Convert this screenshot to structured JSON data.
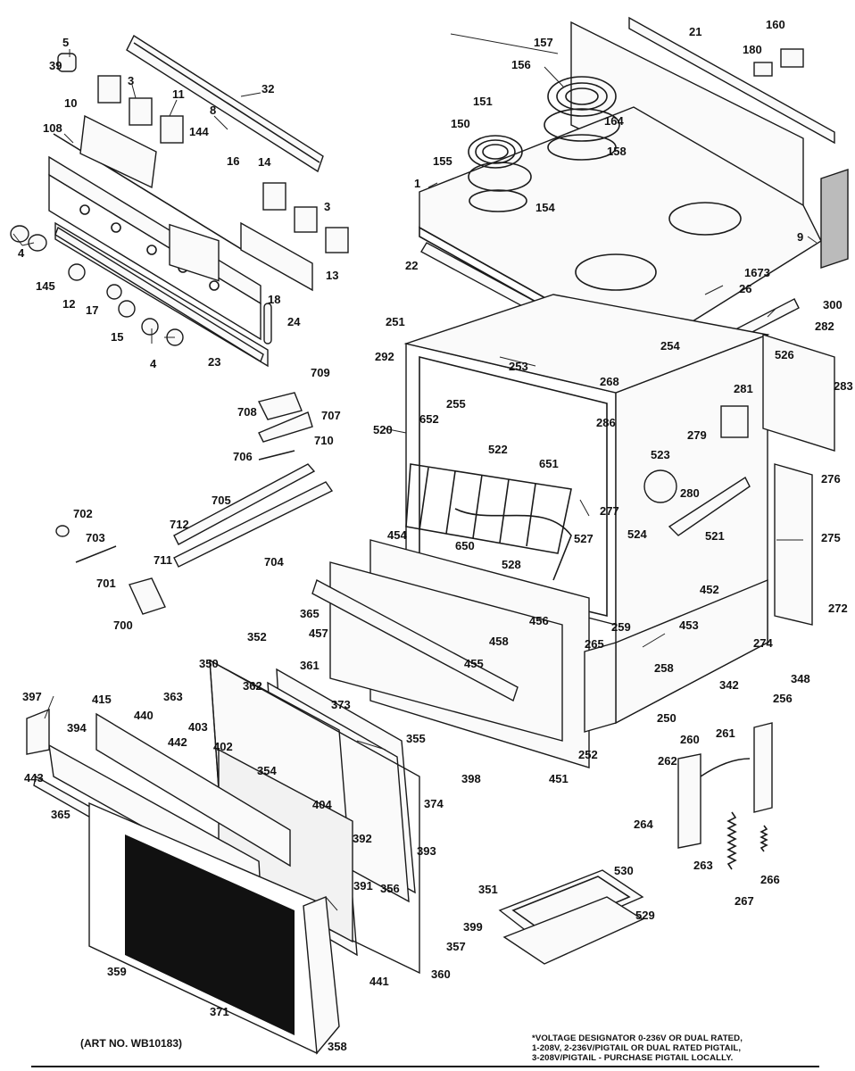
{
  "title": "",
  "art_number": "(ART NO. WB10183)",
  "note": [
    "*VOLTAGE DESIGNATOR 0-236V OR DUAL RATED,",
    "1-208V, 2-236V/PIGTAIL OR DUAL RATED PIGTAIL,",
    "3-208V/PIGTAIL - PURCHASE PIGTAIL LOCALLY."
  ],
  "callouts": [
    {
      "id": "5"
    },
    {
      "id": "39"
    },
    {
      "id": "3"
    },
    {
      "id": "11"
    },
    {
      "id": "10"
    },
    {
      "id": "108"
    },
    {
      "id": "8"
    },
    {
      "id": "144"
    },
    {
      "id": "32"
    },
    {
      "id": "16"
    },
    {
      "id": "14"
    },
    {
      "id": "3b",
      "text": "3"
    },
    {
      "id": "4"
    },
    {
      "id": "145"
    },
    {
      "id": "12"
    },
    {
      "id": "17"
    },
    {
      "id": "15"
    },
    {
      "id": "4b",
      "text": "4"
    },
    {
      "id": "23"
    },
    {
      "id": "18"
    },
    {
      "id": "24"
    },
    {
      "id": "13"
    },
    {
      "id": "709"
    },
    {
      "id": "708"
    },
    {
      "id": "707"
    },
    {
      "id": "710"
    },
    {
      "id": "706"
    },
    {
      "id": "705"
    },
    {
      "id": "712"
    },
    {
      "id": "702"
    },
    {
      "id": "703"
    },
    {
      "id": "711"
    },
    {
      "id": "704"
    },
    {
      "id": "701"
    },
    {
      "id": "700"
    },
    {
      "id": "21"
    },
    {
      "id": "160"
    },
    {
      "id": "180"
    },
    {
      "id": "157"
    },
    {
      "id": "156"
    },
    {
      "id": "151"
    },
    {
      "id": "150"
    },
    {
      "id": "164"
    },
    {
      "id": "158"
    },
    {
      "id": "155"
    },
    {
      "id": "154"
    },
    {
      "id": "1"
    },
    {
      "id": "9"
    },
    {
      "id": "22"
    },
    {
      "id": "1673"
    },
    {
      "id": "26"
    },
    {
      "id": "300"
    },
    {
      "id": "282"
    },
    {
      "id": "251"
    },
    {
      "id": "254"
    },
    {
      "id": "292"
    },
    {
      "id": "253"
    },
    {
      "id": "268"
    },
    {
      "id": "526"
    },
    {
      "id": "283"
    },
    {
      "id": "255"
    },
    {
      "id": "652"
    },
    {
      "id": "286"
    },
    {
      "id": "281"
    },
    {
      "id": "520"
    },
    {
      "id": "522"
    },
    {
      "id": "651"
    },
    {
      "id": "523"
    },
    {
      "id": "279"
    },
    {
      "id": "276"
    },
    {
      "id": "277"
    },
    {
      "id": "280"
    },
    {
      "id": "524"
    },
    {
      "id": "521"
    },
    {
      "id": "275"
    },
    {
      "id": "454"
    },
    {
      "id": "650"
    },
    {
      "id": "528"
    },
    {
      "id": "527"
    },
    {
      "id": "452"
    },
    {
      "id": "365"
    },
    {
      "id": "272"
    },
    {
      "id": "457"
    },
    {
      "id": "456"
    },
    {
      "id": "259"
    },
    {
      "id": "453"
    },
    {
      "id": "265"
    },
    {
      "id": "274"
    },
    {
      "id": "458"
    },
    {
      "id": "352"
    },
    {
      "id": "350"
    },
    {
      "id": "361"
    },
    {
      "id": "258"
    },
    {
      "id": "348"
    },
    {
      "id": "362"
    },
    {
      "id": "455"
    },
    {
      "id": "342"
    },
    {
      "id": "256"
    },
    {
      "id": "397"
    },
    {
      "id": "415"
    },
    {
      "id": "363"
    },
    {
      "id": "373"
    },
    {
      "id": "250"
    },
    {
      "id": "394"
    },
    {
      "id": "440"
    },
    {
      "id": "403"
    },
    {
      "id": "355"
    },
    {
      "id": "261"
    },
    {
      "id": "442"
    },
    {
      "id": "402"
    },
    {
      "id": "260"
    },
    {
      "id": "443"
    },
    {
      "id": "354"
    },
    {
      "id": "398"
    },
    {
      "id": "451"
    },
    {
      "id": "252"
    },
    {
      "id": "262"
    },
    {
      "id": "365b",
      "text": "365"
    },
    {
      "id": "404"
    },
    {
      "id": "374"
    },
    {
      "id": "264"
    },
    {
      "id": "392"
    },
    {
      "id": "393"
    },
    {
      "id": "263"
    },
    {
      "id": "266"
    },
    {
      "id": "391"
    },
    {
      "id": "356"
    },
    {
      "id": "351"
    },
    {
      "id": "530"
    },
    {
      "id": "267"
    },
    {
      "id": "399"
    },
    {
      "id": "529"
    },
    {
      "id": "357"
    },
    {
      "id": "359"
    },
    {
      "id": "441"
    },
    {
      "id": "360"
    },
    {
      "id": "371"
    },
    {
      "id": "358"
    }
  ]
}
